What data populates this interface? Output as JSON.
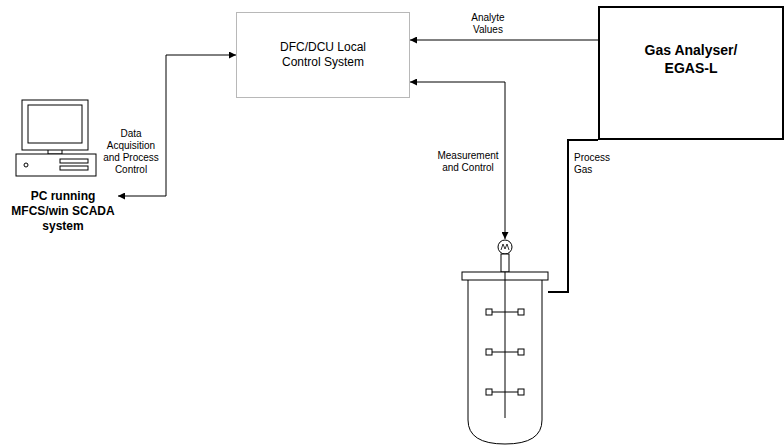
{
  "diagram": {
    "nodes": [
      {
        "text": [
          "DFC/DCU Local Control System"
        ]
      },
      {
        "text": [
          "Gas Analyser/ EGAS-L"
        ]
      },
      {
        "text": [
          "PC running MFCS/win SCADA system"
        ]
      }
    ],
    "edges": [
      {
        "from": 1,
        "to": 0,
        "arrow": "to",
        "label": "Analyte Values"
      },
      {
        "from": 2,
        "to": 0,
        "arrow": "both",
        "label": "Data Acquisition and Process Control"
      }
    ],
    "labels": [
      "Measurement and Control",
      "Process Gas"
    ]
  }
}
